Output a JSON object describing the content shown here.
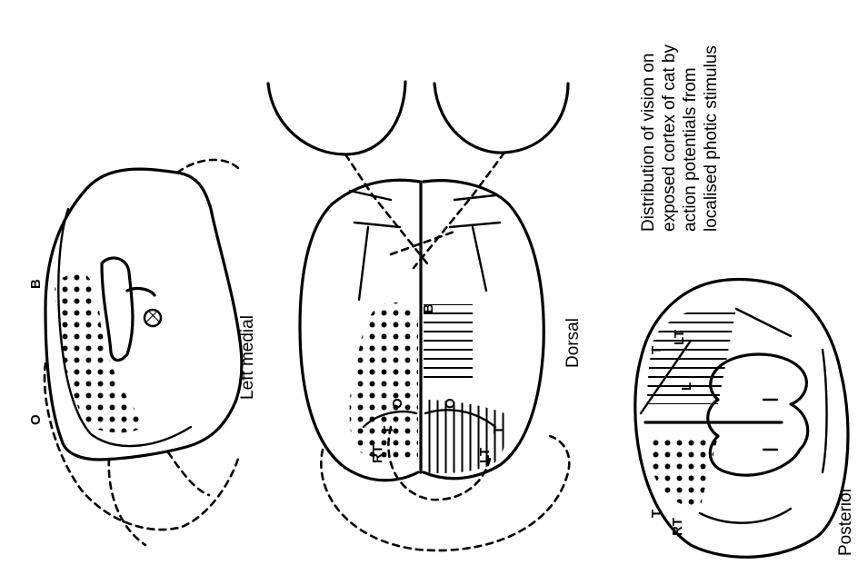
{
  "caption_lines": [
    "Distribution of vision on",
    "exposed cortex of cat by",
    "action potentials from",
    "localised photic stimulus"
  ],
  "views": {
    "left_medial": "Left medial",
    "dorsal": "Dorsal",
    "posterior": "Posterior"
  },
  "labels": {
    "O": "O",
    "B": "B",
    "T": "T",
    "RT": "RT",
    "LT": "LT",
    "L": "L",
    "plus": "+"
  }
}
